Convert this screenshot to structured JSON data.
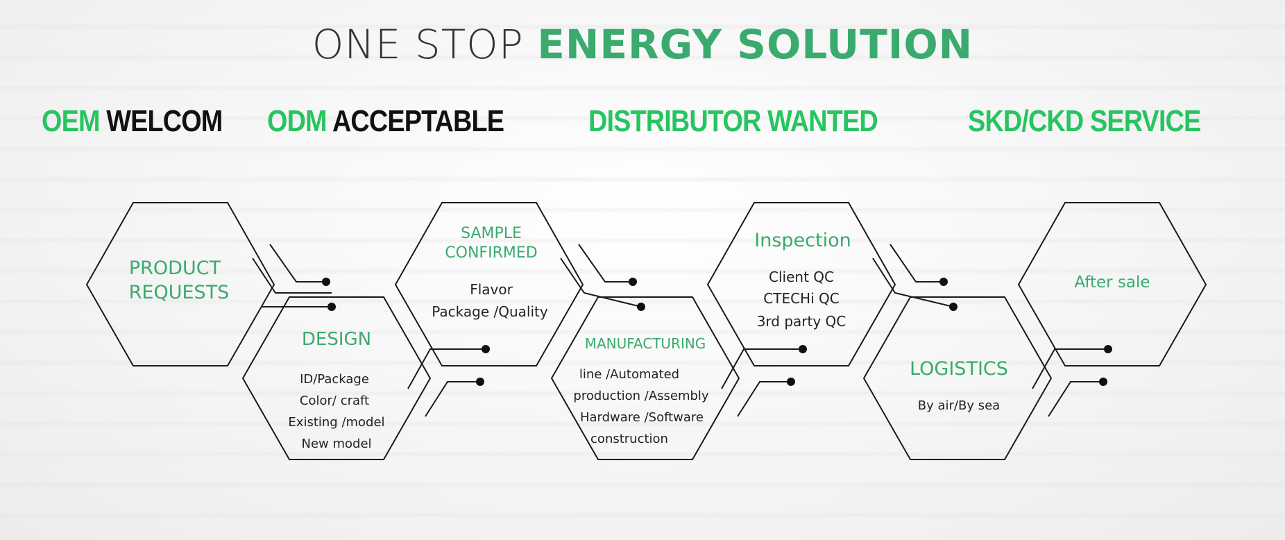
{
  "title": {
    "part1": "ONE STOP ",
    "part2": "ENERGY SOLUTION"
  },
  "tags": [
    {
      "green": "OEM",
      "black": " WELCOM"
    },
    {
      "green": "ODM",
      "black": " ACCEPTABLE"
    },
    {
      "green": "DISTRIBUTOR WANTED",
      "black": ""
    },
    {
      "green": "SKD/CKD SERVICE",
      "black": ""
    }
  ],
  "steps": {
    "product_requests": {
      "title": [
        "PRODUCT",
        "REQUESTS"
      ]
    },
    "design": {
      "title": [
        "DESIGN"
      ],
      "lines": [
        "ID/Package",
        "Color/ craft",
        "Existing /model",
        "New model"
      ]
    },
    "sample_confirmed": {
      "title": [
        "SAMPLE",
        "CONFIRMED"
      ],
      "lines": [
        "Flavor",
        "Package /Quality"
      ]
    },
    "manufacturing": {
      "title": [
        "MANUFACTURING"
      ],
      "lines": [
        "line /Automated",
        "production /Assembly",
        "Hardware /Software",
        "construction"
      ]
    },
    "inspection": {
      "title": [
        "Inspection"
      ],
      "lines": [
        "Client QC",
        "CTECHi QC",
        "3rd party QC"
      ]
    },
    "logistics": {
      "title": [
        "LOGISTICS"
      ],
      "lines": [
        "By air/By sea"
      ]
    },
    "after_sale": {
      "title": [
        "After sale"
      ]
    }
  },
  "colors": {
    "accent": "#3aaa6e",
    "tag_green": "#27c460",
    "line": "#1a1a1a"
  }
}
